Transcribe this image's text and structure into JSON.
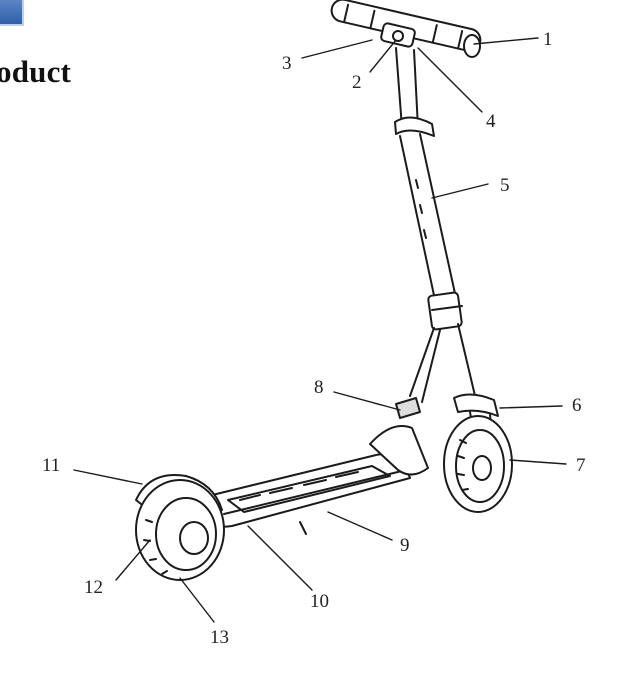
{
  "heading": "oduct",
  "callouts": [
    {
      "number": "1"
    },
    {
      "number": "2"
    },
    {
      "number": "3"
    },
    {
      "number": "4"
    },
    {
      "number": "5"
    },
    {
      "number": "6"
    },
    {
      "number": "7"
    },
    {
      "number": "8"
    },
    {
      "number": "9"
    },
    {
      "number": "10"
    },
    {
      "number": "11"
    },
    {
      "number": "12"
    },
    {
      "number": "13"
    }
  ]
}
